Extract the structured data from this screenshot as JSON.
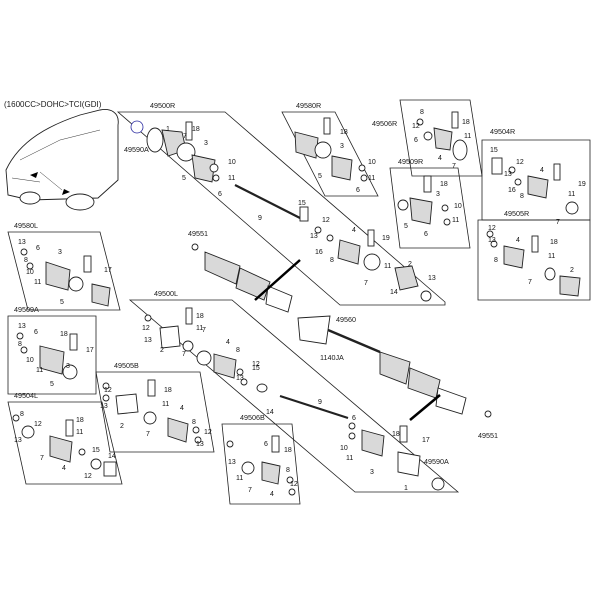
{
  "header": {
    "text": "(1600CC>DOHC>TCI(GDI)"
  },
  "codes": {
    "c49500R": "49500R",
    "c49590A_top": "49590A",
    "c49580R": "49580R",
    "c49506R": "49506R",
    "c49504R": "49504R",
    "c49509R": "49509R",
    "c49505R": "49505R",
    "c49551_top": "49551",
    "c49580L": "49580L",
    "c49509A": "49509A",
    "c49500L": "49500L",
    "c49560": "49560",
    "c1140JA": "1140JA",
    "c49505B": "49505B",
    "c49504L": "49504L",
    "c49506B": "49506B",
    "c49590A_bottom": "49590A",
    "c49551_bottom": "49551"
  },
  "part_numbers": [
    "1",
    "2",
    "3",
    "4",
    "5",
    "6",
    "7",
    "8",
    "9",
    "10",
    "11",
    "12",
    "13",
    "14",
    "15",
    "16",
    "17",
    "18",
    "19"
  ],
  "colors": {
    "line": "#222222",
    "clamp": "#2a2aa0",
    "shade": "#d9d9d9",
    "background": "#ffffff"
  }
}
